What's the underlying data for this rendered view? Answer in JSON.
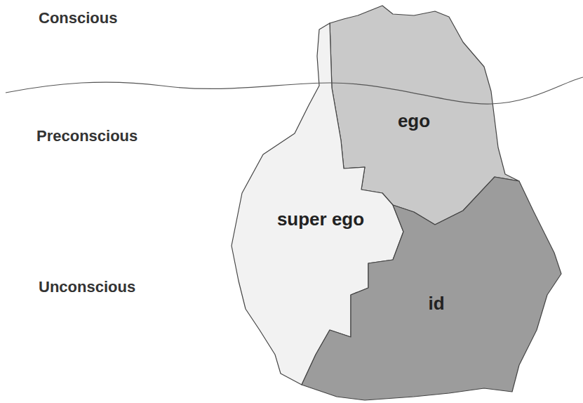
{
  "diagram": {
    "nodes": [
      {
        "text": [
          "ego"
        ]
      },
      {
        "text": [
          "super ego"
        ]
      },
      {
        "text": [
          "id"
        ]
      }
    ],
    "labels": [
      "Conscious",
      "Preconscious",
      "Unconscious"
    ]
  }
}
